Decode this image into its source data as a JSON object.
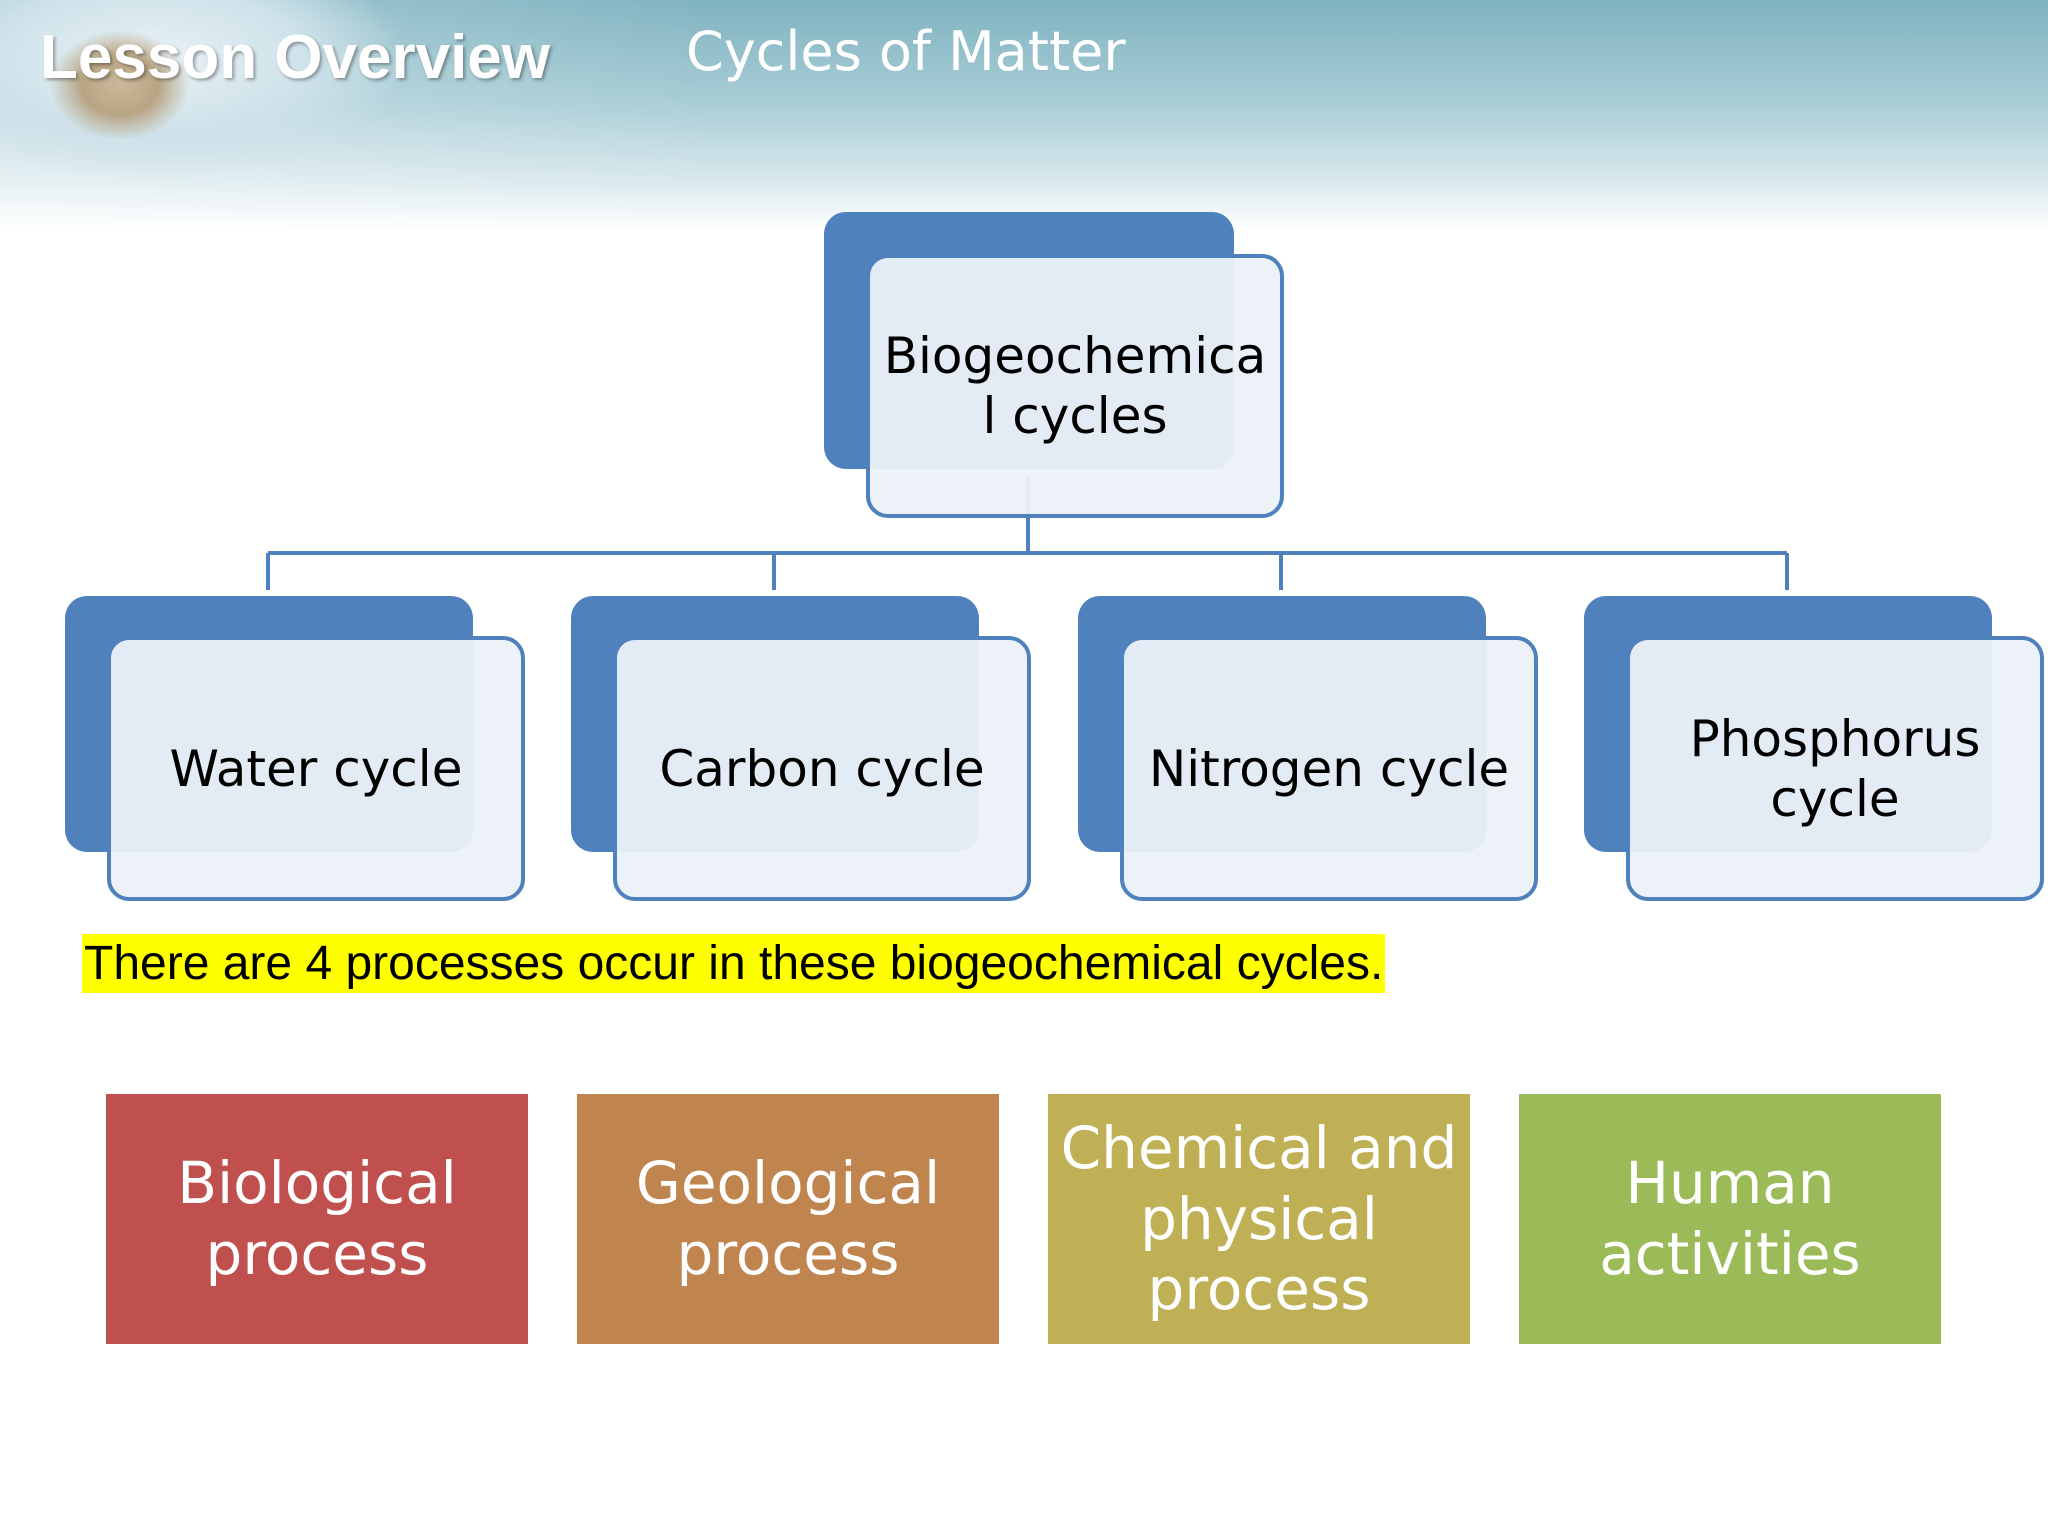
{
  "header": {
    "lesson_label": "Lesson Overview",
    "topic": "Cycles of Matter"
  },
  "hierarchy": {
    "root": "Biogeochemica\nl cycles",
    "children": [
      "Water cycle",
      "Carbon cycle",
      "Nitrogen cycle",
      "Phosphorus\ncycle"
    ]
  },
  "statement": "There are 4 processes occur in these biogeochemical cycles.",
  "processes": [
    {
      "label": "Biological\nprocess",
      "color": "#c0504d"
    },
    {
      "label": "Geological\nprocess",
      "color": "#c0854f"
    },
    {
      "label": "Chemical and\nphysical\nprocess",
      "color": "#bfb055"
    },
    {
      "label": "Human\nactivities",
      "color": "#9bbb59"
    }
  ],
  "colors": {
    "node_back": "#4f81bd",
    "node_front": "#ebf1f8",
    "highlight": "#ffff00"
  }
}
